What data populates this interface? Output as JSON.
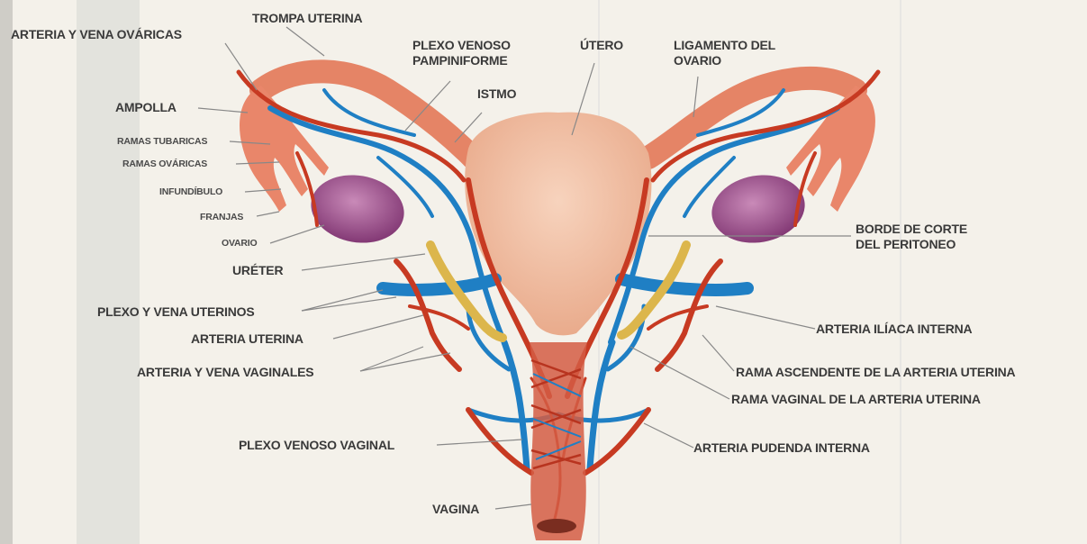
{
  "diagram": {
    "labels": {
      "trompa_uterina": "TROMPA UTERINA",
      "arteria_vena_ovaricas": "ARTERIA Y VENA OVÁRICAS",
      "plexo_venoso_pampiniforme": "PLEXO VENOSO\nPAMPINIFORME",
      "utero": "ÚTERO",
      "ligamento_ovario": "LIGAMENTO DEL\nOVARIO",
      "istmo": "ISTMO",
      "ampolla": "AMPOLLA",
      "ramas_tubaricas": "RAMAS TUBARICAS",
      "ramas_ovaricas": "RAMAS OVÁRICAS",
      "infundibulo": "INFUNDÍBULO",
      "franjas": "FRANJAS",
      "ovario": "OVARIO",
      "ureter": "URÉTER",
      "plexo_vena_uterinos": "PLEXO Y VENA UTERINOS",
      "arteria_uterina": "ARTERIA UTERINA",
      "arteria_vena_vaginales": "ARTERIA Y VENA VAGINALES",
      "plexo_venoso_vaginal": "PLEXO VENOSO VAGINAL",
      "vagina": "VAGINA",
      "borde_corte_peritoneo": "BORDE DE CORTE\nDEL PERITONEO",
      "arteria_iliaca_interna": "ARTERIA ILÍACA INTERNA",
      "rama_ascendente": "RAMA ASCENDENTE DE LA ARTERIA UTERINA",
      "rama_vaginal": "RAMA VAGINAL DE LA ARTERIA UTERINA",
      "arteria_pudenda_interna": "ARTERIA PUDENDA INTERNA"
    },
    "colors": {
      "paper": "#f4f1ea",
      "uterus": "#f2c2a6",
      "tube": "#e98466",
      "artery": "#c73a22",
      "vein": "#1f7fc4",
      "ovary": "#9a4e8a",
      "ureter": "#e2c05a",
      "leader": "#888888"
    }
  }
}
